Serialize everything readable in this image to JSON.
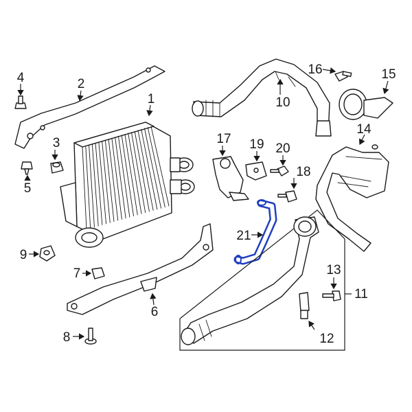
{
  "highlight_color": "#1f3fbf",
  "callouts": [
    {
      "label": "1"
    },
    {
      "label": "2"
    },
    {
      "label": "3"
    },
    {
      "label": "4"
    },
    {
      "label": "5"
    },
    {
      "label": "6"
    },
    {
      "label": "7"
    },
    {
      "label": "8"
    },
    {
      "label": "9"
    },
    {
      "label": "10"
    },
    {
      "label": "11"
    },
    {
      "label": "12"
    },
    {
      "label": "13"
    },
    {
      "label": "14"
    },
    {
      "label": "15"
    },
    {
      "label": "16"
    },
    {
      "label": "17"
    },
    {
      "label": "18"
    },
    {
      "label": "19"
    },
    {
      "label": "20"
    },
    {
      "label": "21"
    }
  ]
}
